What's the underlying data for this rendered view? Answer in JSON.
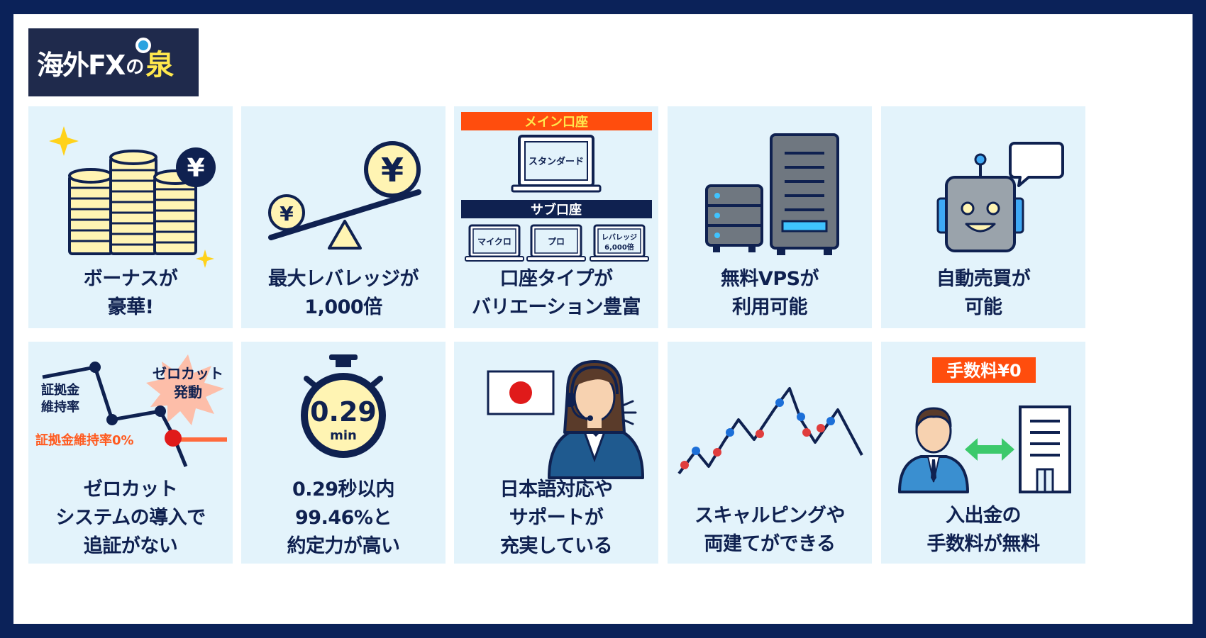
{
  "logo": {
    "text_main": "海外FX",
    "text_no": "の",
    "text_izumi": "泉"
  },
  "colors": {
    "navy": "#0f2150",
    "card_bg": "#e3f3fb",
    "orange": "#ff5a1f",
    "yellow": "#fff4b3",
    "red": "#e01a1a",
    "green": "#3cc96b",
    "blue": "#1c6fd8"
  },
  "cards": [
    {
      "id": "bonus",
      "line1": "ボーナスが",
      "line2": "豪華!",
      "icon": "coin-stack-icon",
      "yen": "¥"
    },
    {
      "id": "leverage",
      "line1": "最大レバレッジが",
      "line2": "1,000倍",
      "icon": "seesaw-icon",
      "yen": "¥"
    },
    {
      "id": "account",
      "line1": "口座タイプが",
      "line2": "バリエーション豊富",
      "icon": "laptop-icon",
      "main_header": "メイン口座",
      "main_account": "スタンダード",
      "sub_header": "サブ口座",
      "sub_accounts": [
        "マイクロ",
        "プロ",
        "レバレッジ",
        "6,000倍"
      ]
    },
    {
      "id": "vps",
      "line1": "無料VPSが",
      "line2": "利用可能",
      "icon": "server-icon"
    },
    {
      "id": "auto",
      "line1": "自動売買が",
      "line2": "可能",
      "icon": "robot-icon"
    },
    {
      "id": "zerocut",
      "line1": "ゼロカット",
      "line2": "システムの導入で",
      "line3": "追証がない",
      "icon": "margin-chart-icon",
      "margin_label_1": "証拠金",
      "margin_label_2": "維持率",
      "burst_1": "ゼロカット",
      "burst_2": "発動",
      "zero_line": "証拠金維持率0%"
    },
    {
      "id": "execution",
      "line1": "0.29秒以内",
      "line2": "99.46%と",
      "line3": "約定力が高い",
      "icon": "stopwatch-icon",
      "time_value": "0.29",
      "time_unit": "min"
    },
    {
      "id": "support",
      "line1": "日本語対応や",
      "line2": "サポートが",
      "line3": "充実している",
      "icon": "support-agent-icon"
    },
    {
      "id": "scalping",
      "line1": "スキャルピングや",
      "line2": "両建てができる",
      "icon": "price-chart-icon"
    },
    {
      "id": "fee",
      "line1": "入出金の",
      "line2": "手数料が無料",
      "icon": "bank-transfer-icon",
      "badge": "手数料¥0"
    }
  ]
}
